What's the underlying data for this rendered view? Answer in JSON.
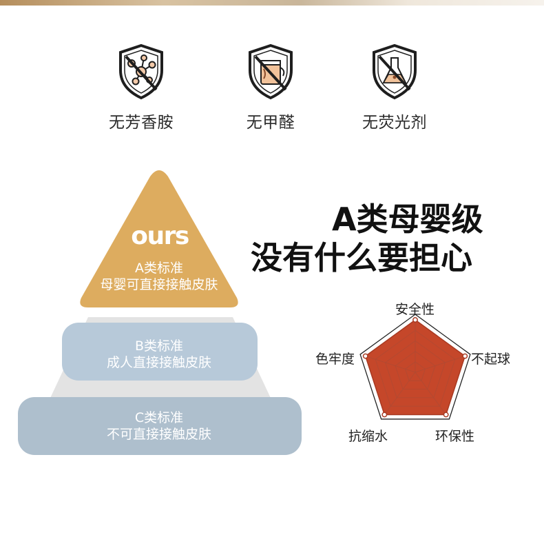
{
  "badges": [
    {
      "icon": "no-aromatic-amine-icon",
      "label": "无芳香胺"
    },
    {
      "icon": "no-formaldehyde-icon",
      "label": "无甲醛"
    },
    {
      "icon": "no-fluorescent-agent-icon",
      "label": "无荧光剂"
    }
  ],
  "pyramid": {
    "logo": "ours",
    "tiers": [
      {
        "title": "A类标准",
        "desc": "母婴可直接接触皮肤",
        "color": "#ddac5f"
      },
      {
        "title": "B类标准",
        "desc": "成人直接接触皮肤",
        "color": "#b7c9d9"
      },
      {
        "title": "C类标准",
        "desc": "不可直接接触皮肤",
        "color": "#aebfcd"
      }
    ]
  },
  "headline": {
    "line1": "A类母婴级",
    "line2": "没有什么要担心"
  },
  "radar": {
    "axes": [
      "安全性",
      "不起球",
      "环保性",
      "抗缩水",
      "色牢度"
    ],
    "values": [
      1,
      1,
      1,
      1,
      1
    ],
    "fill_color": "#c5472a"
  }
}
